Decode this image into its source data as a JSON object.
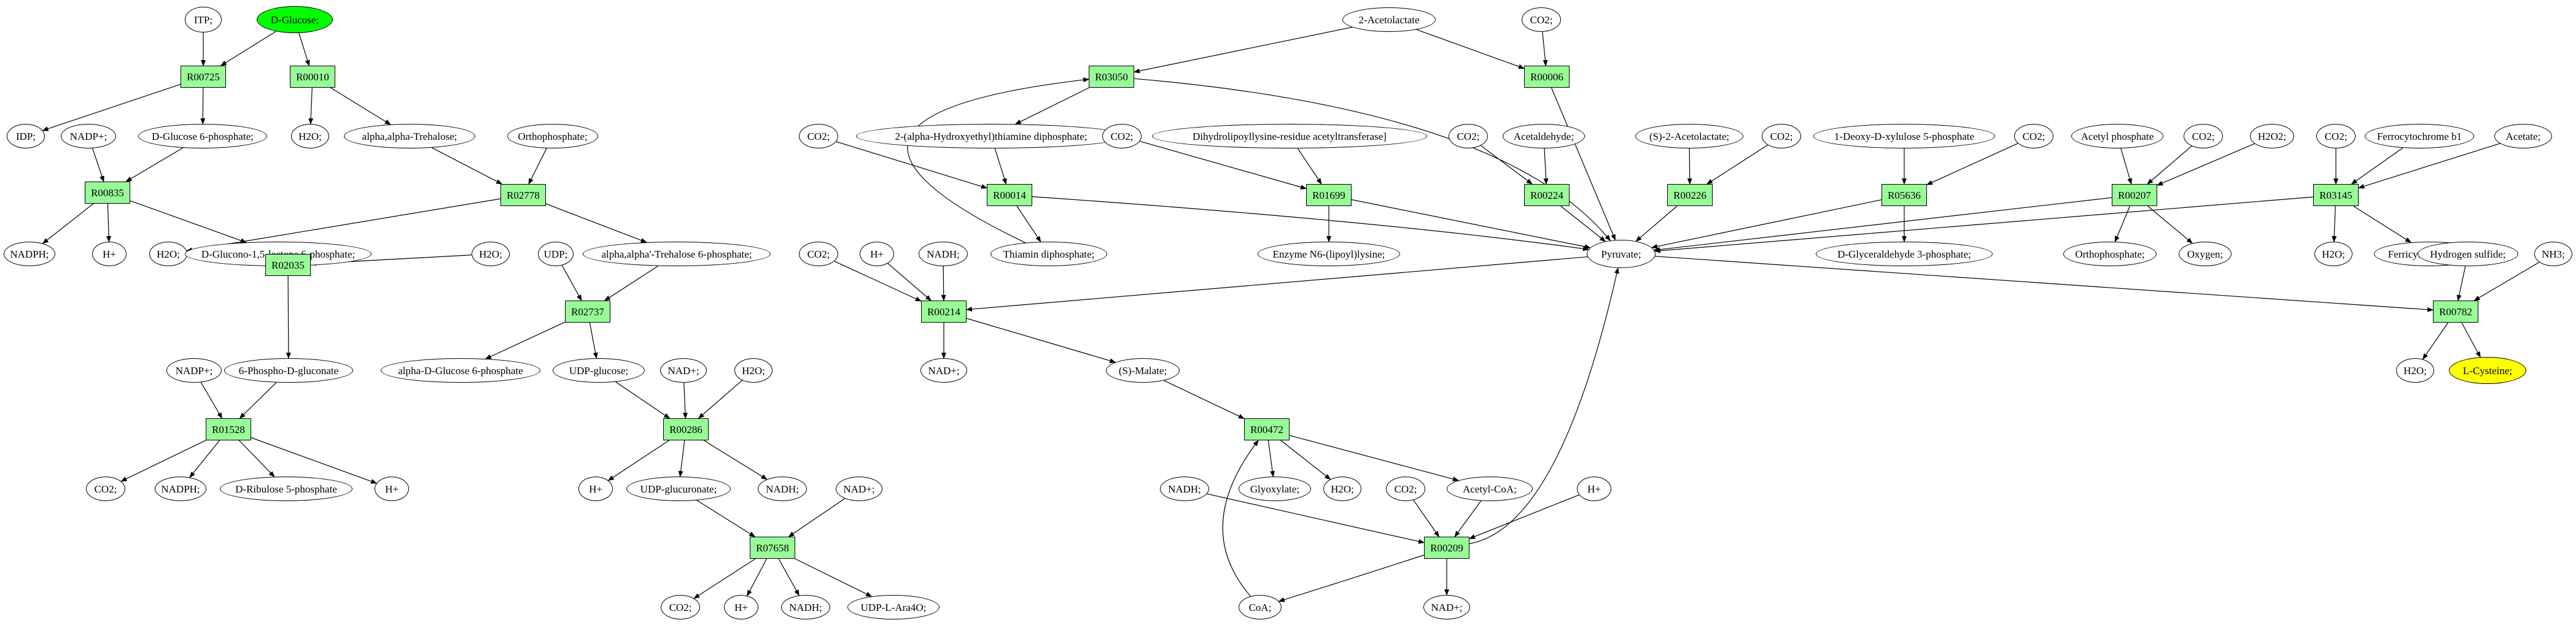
{
  "diagram": {
    "colors": {
      "reaction_fill": "#98fb98",
      "source_fill": "#00ff00",
      "target_fill": "#ffff00",
      "compound_fill": "#ffffff",
      "stroke": "#000000"
    },
    "nodes": [
      {
        "id": "itp",
        "label": "ITP;",
        "kind": "compound"
      },
      {
        "id": "dglucose",
        "label": "D-Glucose;",
        "kind": "compound",
        "role": "source"
      },
      {
        "id": "r00725",
        "label": "R00725",
        "kind": "reaction"
      },
      {
        "id": "r00010",
        "label": "R00010",
        "kind": "reaction"
      },
      {
        "id": "idp",
        "label": "IDP;",
        "kind": "compound"
      },
      {
        "id": "nadp1",
        "label": "NADP+;",
        "kind": "compound"
      },
      {
        "id": "dg6p",
        "label": "D-Glucose 6-phosphate;",
        "kind": "compound"
      },
      {
        "id": "h2o_a",
        "label": "H2O;",
        "kind": "compound"
      },
      {
        "id": "trehalose",
        "label": "alpha,alpha-Trehalose;",
        "kind": "compound"
      },
      {
        "id": "orthophosphate_a",
        "label": "Orthophosphate;",
        "kind": "compound"
      },
      {
        "id": "r00835",
        "label": "R00835",
        "kind": "reaction"
      },
      {
        "id": "r02778",
        "label": "R02778",
        "kind": "reaction"
      },
      {
        "id": "nadph1",
        "label": "NADPH;",
        "kind": "compound"
      },
      {
        "id": "hplus1",
        "label": "H+",
        "kind": "compound"
      },
      {
        "id": "h2o_b",
        "label": "H2O;",
        "kind": "compound"
      },
      {
        "id": "gluconolactone",
        "label": "D-Glucono-1,5-lactone 6-phosphate;",
        "kind": "compound"
      },
      {
        "id": "h2o_c",
        "label": "H2O;",
        "kind": "compound"
      },
      {
        "id": "udp",
        "label": "UDP;",
        "kind": "compound"
      },
      {
        "id": "trehalose6p",
        "label": "alpha,alpha'-Trehalose 6-phosphate;",
        "kind": "compound"
      },
      {
        "id": "r02035",
        "label": "R02035",
        "kind": "reaction"
      },
      {
        "id": "r02737",
        "label": "R02737",
        "kind": "reaction"
      },
      {
        "id": "nadp2",
        "label": "NADP+;",
        "kind": "compound"
      },
      {
        "id": "phosphogluconate",
        "label": "6-Phospho-D-gluconate",
        "kind": "compound"
      },
      {
        "id": "adg6p",
        "label": "alpha-D-Glucose 6-phosphate",
        "kind": "compound"
      },
      {
        "id": "udpglucose",
        "label": "UDP-glucose;",
        "kind": "compound"
      },
      {
        "id": "nad_a",
        "label": "NAD+;",
        "kind": "compound"
      },
      {
        "id": "h2o_d",
        "label": "H2O;",
        "kind": "compound"
      },
      {
        "id": "r01528",
        "label": "R01528",
        "kind": "reaction"
      },
      {
        "id": "r00286",
        "label": "R00286",
        "kind": "reaction"
      },
      {
        "id": "co2_a",
        "label": "CO2;",
        "kind": "compound"
      },
      {
        "id": "nadph2",
        "label": "NADPH;",
        "kind": "compound"
      },
      {
        "id": "ribulose5p",
        "label": "D-Ribulose 5-phosphate",
        "kind": "compound"
      },
      {
        "id": "hplus2",
        "label": "H+",
        "kind": "compound"
      },
      {
        "id": "hplus3",
        "label": "H+",
        "kind": "compound"
      },
      {
        "id": "udpglucuronate",
        "label": "UDP-glucuronate;",
        "kind": "compound"
      },
      {
        "id": "nadh_a",
        "label": "NADH;",
        "kind": "compound"
      },
      {
        "id": "nad_b",
        "label": "NAD+;",
        "kind": "compound"
      },
      {
        "id": "r07658",
        "label": "R07658",
        "kind": "reaction"
      },
      {
        "id": "co2_b",
        "label": "CO2;",
        "kind": "compound"
      },
      {
        "id": "hplus4",
        "label": "H+",
        "kind": "compound"
      },
      {
        "id": "nadh_b",
        "label": "NADH;",
        "kind": "compound"
      },
      {
        "id": "udpara4o",
        "label": "UDP-L-Ara4O;",
        "kind": "compound"
      },
      {
        "id": "acetolactate2",
        "label": "2-Acetolactate",
        "kind": "compound"
      },
      {
        "id": "co2_c",
        "label": "CO2;",
        "kind": "compound"
      },
      {
        "id": "r03050",
        "label": "R03050",
        "kind": "reaction"
      },
      {
        "id": "r00006",
        "label": "R00006",
        "kind": "reaction"
      },
      {
        "id": "co2_d",
        "label": "CO2;",
        "kind": "compound"
      },
      {
        "id": "hethtpp",
        "label": "2-(alpha-Hydroxyethyl)thiamine diphosphate;",
        "kind": "compound"
      },
      {
        "id": "co2_e",
        "label": "CO2;",
        "kind": "compound"
      },
      {
        "id": "dihydrolipoyl",
        "label": "Dihydrolipoyllysine-residue acetyltransferase]",
        "kind": "compound"
      },
      {
        "id": "co2_f",
        "label": "CO2;",
        "kind": "compound"
      },
      {
        "id": "acetaldehyde",
        "label": "Acetaldehyde;",
        "kind": "compound"
      },
      {
        "id": "s2acetolactate",
        "label": "(S)-2-Acetolactate;",
        "kind": "compound"
      },
      {
        "id": "co2_g",
        "label": "CO2;",
        "kind": "compound"
      },
      {
        "id": "deoxyxylulose",
        "label": "1-Deoxy-D-xylulose 5-phosphate",
        "kind": "compound"
      },
      {
        "id": "co2_h",
        "label": "CO2;",
        "kind": "compound"
      },
      {
        "id": "acetylphosphate",
        "label": "Acetyl phosphate",
        "kind": "compound"
      },
      {
        "id": "co2_i",
        "label": "CO2;",
        "kind": "compound"
      },
      {
        "id": "h2o2",
        "label": "H2O2;",
        "kind": "compound"
      },
      {
        "id": "co2_j",
        "label": "CO2;",
        "kind": "compound"
      },
      {
        "id": "ferrocytochrome",
        "label": "Ferrocytochrome b1",
        "kind": "compound"
      },
      {
        "id": "acetate",
        "label": "Acetate;",
        "kind": "compound"
      },
      {
        "id": "r00014",
        "label": "R00014",
        "kind": "reaction"
      },
      {
        "id": "r01699",
        "label": "R01699",
        "kind": "reaction"
      },
      {
        "id": "r00224",
        "label": "R00224",
        "kind": "reaction"
      },
      {
        "id": "r00226",
        "label": "R00226",
        "kind": "reaction"
      },
      {
        "id": "r05636",
        "label": "R05636",
        "kind": "reaction"
      },
      {
        "id": "r00207",
        "label": "R00207",
        "kind": "reaction"
      },
      {
        "id": "r03145",
        "label": "R03145",
        "kind": "reaction"
      },
      {
        "id": "thiamin",
        "label": "Thiamin diphosphate;",
        "kind": "compound"
      },
      {
        "id": "lipoyllysine",
        "label": "Enzyme N6-(lipoyl)lysine;",
        "kind": "compound"
      },
      {
        "id": "pyruvate",
        "label": "Pyruvate;",
        "kind": "compound"
      },
      {
        "id": "g3p",
        "label": "D-Glyceraldehyde 3-phosphate;",
        "kind": "compound"
      },
      {
        "id": "orthophosphate_b",
        "label": "Orthophosphate;",
        "kind": "compound"
      },
      {
        "id": "oxygen",
        "label": "Oxygen;",
        "kind": "compound"
      },
      {
        "id": "h2o_e",
        "label": "H2O;",
        "kind": "compound"
      },
      {
        "id": "ferricytochrome",
        "label": "Ferricytochrome b1",
        "kind": "compound"
      },
      {
        "id": "h2s",
        "label": "Hydrogen sulfide;",
        "kind": "compound"
      },
      {
        "id": "nh3",
        "label": "NH3;",
        "kind": "compound"
      },
      {
        "id": "co2_k",
        "label": "CO2;",
        "kind": "compound"
      },
      {
        "id": "hplus5",
        "label": "H+",
        "kind": "compound"
      },
      {
        "id": "nadh_c",
        "label": "NADH;",
        "kind": "compound"
      },
      {
        "id": "r00214",
        "label": "R00214",
        "kind": "reaction"
      },
      {
        "id": "r00782",
        "label": "R00782",
        "kind": "reaction"
      },
      {
        "id": "nad_c",
        "label": "NAD+;",
        "kind": "compound"
      },
      {
        "id": "smalate",
        "label": "(S)-Malate;",
        "kind": "compound"
      },
      {
        "id": "h2o_f",
        "label": "H2O;",
        "kind": "compound"
      },
      {
        "id": "lcysteine",
        "label": "L-Cysteine;",
        "kind": "compound",
        "role": "target"
      },
      {
        "id": "r00472",
        "label": "R00472",
        "kind": "reaction"
      },
      {
        "id": "nadh_d",
        "label": "NADH;",
        "kind": "compound"
      },
      {
        "id": "glyoxylate",
        "label": "Glyoxylate;",
        "kind": "compound"
      },
      {
        "id": "h2o_g",
        "label": "H2O;",
        "kind": "compound"
      },
      {
        "id": "co2_l",
        "label": "CO2;",
        "kind": "compound"
      },
      {
        "id": "acetylcoa",
        "label": "Acetyl-CoA;",
        "kind": "compound"
      },
      {
        "id": "hplus6",
        "label": "H+",
        "kind": "compound"
      },
      {
        "id": "r00209",
        "label": "R00209",
        "kind": "reaction"
      },
      {
        "id": "coa",
        "label": "CoA;",
        "kind": "compound"
      },
      {
        "id": "nad_d",
        "label": "NAD+;",
        "kind": "compound"
      }
    ],
    "edges": [
      [
        "itp",
        "r00725"
      ],
      [
        "dglucose",
        "r00725"
      ],
      [
        "dglucose",
        "r00010"
      ],
      [
        "r00725",
        "idp"
      ],
      [
        "r00725",
        "dg6p"
      ],
      [
        "r00010",
        "h2o_a"
      ],
      [
        "r00010",
        "trehalose"
      ],
      [
        "nadp1",
        "r00835"
      ],
      [
        "dg6p",
        "r00835"
      ],
      [
        "r00835",
        "nadph1"
      ],
      [
        "r00835",
        "hplus1"
      ],
      [
        "r00835",
        "gluconolactone"
      ],
      [
        "trehalose",
        "r02778"
      ],
      [
        "orthophosphate_a",
        "r02778"
      ],
      [
        "r02778",
        "h2o_b"
      ],
      [
        "r02778",
        "trehalose6p"
      ],
      [
        "h2o_c",
        "r02035"
      ],
      [
        "gluconolactone",
        "r02035"
      ],
      [
        "r02035",
        "phosphogluconate"
      ],
      [
        "udp",
        "r02737"
      ],
      [
        "trehalose6p",
        "r02737"
      ],
      [
        "r02737",
        "adg6p"
      ],
      [
        "r02737",
        "udpglucose"
      ],
      [
        "nadp2",
        "r01528"
      ],
      [
        "phosphogluconate",
        "r01528"
      ],
      [
        "r01528",
        "co2_a"
      ],
      [
        "r01528",
        "nadph2"
      ],
      [
        "r01528",
        "ribulose5p"
      ],
      [
        "r01528",
        "hplus2"
      ],
      [
        "udpglucose",
        "r00286"
      ],
      [
        "nad_a",
        "r00286"
      ],
      [
        "h2o_d",
        "r00286"
      ],
      [
        "r00286",
        "hplus3"
      ],
      [
        "r00286",
        "udpglucuronate"
      ],
      [
        "r00286",
        "nadh_a"
      ],
      [
        "udpglucuronate",
        "r07658"
      ],
      [
        "nad_b",
        "r07658"
      ],
      [
        "r07658",
        "co2_b"
      ],
      [
        "r07658",
        "hplus4"
      ],
      [
        "r07658",
        "nadh_b"
      ],
      [
        "r07658",
        "udpara4o"
      ],
      [
        "acetolactate2",
        "r03050"
      ],
      [
        "acetolactate2",
        "r00006"
      ],
      [
        "co2_c",
        "r00006"
      ],
      [
        "r03050",
        "hethtpp"
      ],
      [
        "r03050",
        "pyruvate"
      ],
      [
        "r00006",
        "pyruvate"
      ],
      [
        "co2_d",
        "r00014"
      ],
      [
        "hethtpp",
        "r00014"
      ],
      [
        "r00014",
        "thiamin"
      ],
      [
        "r00014",
        "pyruvate"
      ],
      [
        "thiamin",
        "r03050"
      ],
      [
        "co2_e",
        "r01699"
      ],
      [
        "dihydrolipoyl",
        "r01699"
      ],
      [
        "r01699",
        "lipoyllysine"
      ],
      [
        "r01699",
        "pyruvate"
      ],
      [
        "co2_f",
        "r00224"
      ],
      [
        "acetaldehyde",
        "r00224"
      ],
      [
        "r00224",
        "pyruvate"
      ],
      [
        "s2acetolactate",
        "r00226"
      ],
      [
        "co2_g",
        "r00226"
      ],
      [
        "r00226",
        "pyruvate"
      ],
      [
        "deoxyxylulose",
        "r05636"
      ],
      [
        "co2_h",
        "r05636"
      ],
      [
        "r05636",
        "g3p"
      ],
      [
        "r05636",
        "pyruvate"
      ],
      [
        "acetylphosphate",
        "r00207"
      ],
      [
        "co2_i",
        "r00207"
      ],
      [
        "h2o2",
        "r00207"
      ],
      [
        "r00207",
        "orthophosphate_b"
      ],
      [
        "r00207",
        "oxygen"
      ],
      [
        "r00207",
        "pyruvate"
      ],
      [
        "co2_j",
        "r03145"
      ],
      [
        "ferrocytochrome",
        "r03145"
      ],
      [
        "acetate",
        "r03145"
      ],
      [
        "r03145",
        "h2o_e"
      ],
      [
        "r03145",
        "ferricytochrome"
      ],
      [
        "r03145",
        "pyruvate"
      ],
      [
        "co2_k",
        "r00214"
      ],
      [
        "hplus5",
        "r00214"
      ],
      [
        "nadh_c",
        "r00214"
      ],
      [
        "pyruvate",
        "r00214"
      ],
      [
        "r00214",
        "nad_c"
      ],
      [
        "r00214",
        "smalate"
      ],
      [
        "pyruvate",
        "r00782"
      ],
      [
        "h2s",
        "r00782"
      ],
      [
        "nh3",
        "r00782"
      ],
      [
        "r00782",
        "h2o_f"
      ],
      [
        "r00782",
        "lcysteine"
      ],
      [
        "smalate",
        "r00472"
      ],
      [
        "coa",
        "r00472"
      ],
      [
        "r00472",
        "glyoxylate"
      ],
      [
        "r00472",
        "h2o_g"
      ],
      [
        "r00472",
        "acetylcoa"
      ],
      [
        "nadh_d",
        "r00209"
      ],
      [
        "co2_l",
        "r00209"
      ],
      [
        "acetylcoa",
        "r00209"
      ],
      [
        "hplus6",
        "r00209"
      ],
      [
        "r00209",
        "coa"
      ],
      [
        "r00209",
        "nad_d"
      ],
      [
        "r00209",
        "pyruvate"
      ]
    ]
  }
}
